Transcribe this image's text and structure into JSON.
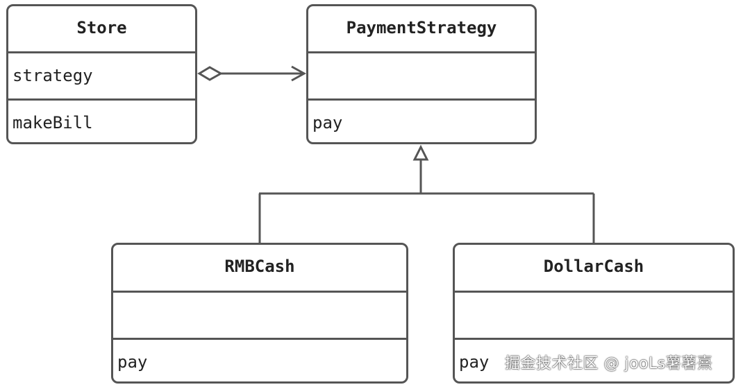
{
  "colors": {
    "stroke": "#555555",
    "text": "#222222",
    "background": "#ffffff"
  },
  "classes": {
    "store": {
      "name": "Store",
      "attributes": [
        "strategy"
      ],
      "operations": [
        "makeBill"
      ]
    },
    "payment_strategy": {
      "name": "PaymentStrategy",
      "attributes": [
        ""
      ],
      "operations": [
        "pay"
      ]
    },
    "rmb_cash": {
      "name": "RMBCash",
      "attributes": [
        ""
      ],
      "operations": [
        "pay"
      ]
    },
    "dollar_cash": {
      "name": "DollarCash",
      "attributes": [
        ""
      ],
      "operations": [
        "pay"
      ]
    }
  },
  "relations": [
    {
      "type": "aggregation",
      "from": "Store",
      "to": "PaymentStrategy"
    },
    {
      "type": "generalization",
      "from": "RMBCash",
      "to": "PaymentStrategy"
    },
    {
      "type": "generalization",
      "from": "DollarCash",
      "to": "PaymentStrategy"
    }
  ],
  "watermark": "掘金技术社区 @ jooLs薯薯熹"
}
